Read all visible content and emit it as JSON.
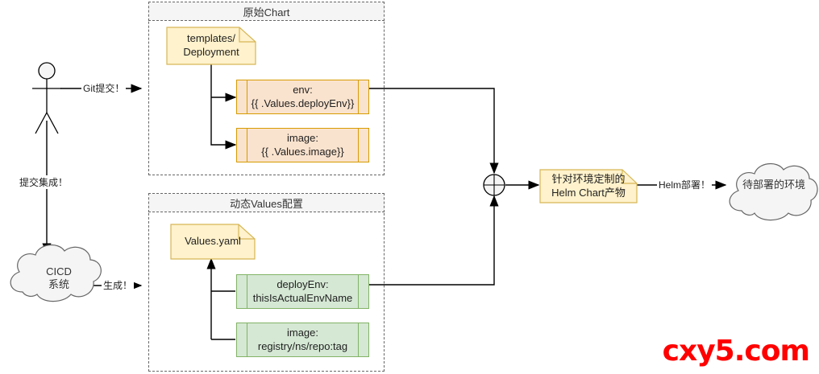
{
  "diagram": {
    "title": "Helm Chart CICD flow",
    "watermark": "cxy5.com",
    "colors": {
      "note_fill": "#fff2cc",
      "note_stroke": "#d6b656",
      "orange_fill": "#fae3ce",
      "orange_stroke": "#d79b00",
      "green_fill": "#d5e8d4",
      "green_stroke": "#82b366",
      "cloud_fill": "#f5f5f5",
      "cloud_stroke": "#666666",
      "group_stroke": "#666666",
      "group_head_fill": "#f5f5f5",
      "edge_stroke": "#000000",
      "watermark_color": "#ff0000"
    }
  },
  "groups": [
    {
      "id": "chart",
      "label": "原始Chart"
    },
    {
      "id": "values",
      "label": "动态Values配置"
    }
  ],
  "actors": [
    {
      "id": "developer",
      "label": ""
    }
  ],
  "clouds": [
    {
      "id": "cicd",
      "label": "CICD\n系统"
    },
    {
      "id": "target-env",
      "label": "待部署的环境"
    }
  ],
  "notes": [
    {
      "id": "templates-deployment",
      "label": "templates/\nDeployment"
    },
    {
      "id": "values-yaml",
      "label": "Values.yaml"
    },
    {
      "id": "helm-artifact",
      "label": "针对环境定制的\nHelm Chart产物"
    }
  ],
  "components": [
    {
      "id": "env-template",
      "color": "orange",
      "label": "env:\n{{ .Values.deployEnv}}"
    },
    {
      "id": "image-template",
      "color": "orange",
      "label": "image:\n{{ .Values.image}}"
    },
    {
      "id": "deploy-env-value",
      "color": "green",
      "label": "deployEnv:\nthisIsActualEnvName"
    },
    {
      "id": "image-value",
      "color": "green",
      "label": "image:\nregistry/ns/repo:tag"
    }
  ],
  "edge_labels": [
    {
      "id": "git-commit",
      "label": "Git提交！"
    },
    {
      "id": "commit-integration",
      "label": "提交集成！"
    },
    {
      "id": "generate",
      "label": "生成！"
    },
    {
      "id": "helm-deploy",
      "label": "Helm部署！"
    }
  ],
  "merge_node": {
    "id": "merge",
    "label": ""
  }
}
